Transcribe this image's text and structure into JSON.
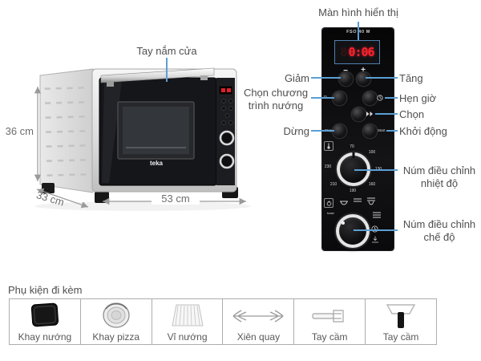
{
  "colors": {
    "callout_blue": "#5b9fd4",
    "label_gray": "#4f4f4f",
    "dimension_gray": "#6e6e6e",
    "panel_black": "#0c0c0d",
    "display_red": "#ff2230",
    "table_border": "#adadad"
  },
  "oven": {
    "handle_label": "Tay nắm cửa",
    "brand": "teka",
    "dims": {
      "height": "36 cm",
      "depth": "33 cm",
      "width": "53 cm"
    }
  },
  "panel": {
    "display_callout": "Màn hình hiển thị",
    "model": "FSO 40 M",
    "display": {
      "ghost": "8",
      "value": "0:06"
    },
    "minus": "−",
    "plus": "+",
    "left": {
      "decrease": "Giảm",
      "program_l1": "Chọn chương",
      "program_l2": "trình nướng",
      "stop": "Dừng"
    },
    "right": {
      "increase": "Tăng",
      "timer": "Hẹn giờ",
      "select": "Chọn",
      "start": "Khởi động",
      "temp_l1": "Núm điều chỉnh",
      "temp_l2": "nhiệt độ",
      "mode_l1": "Núm điều chỉnh",
      "mode_l2": "chế độ"
    },
    "buttons": {
      "p": "P",
      "stop": "Stop",
      "start": "Start",
      "toast": "toast"
    },
    "temp_scale": [
      "70",
      "100",
      "130",
      "160",
      "190",
      "210",
      "230"
    ]
  },
  "accessories": {
    "title": "Phụ kiện đi kèm",
    "items": [
      {
        "name": "Khay nướng",
        "icon": "baking-tray"
      },
      {
        "name": "Khay pizza",
        "icon": "pizza-tray"
      },
      {
        "name": "Vỉ nướng",
        "icon": "wire-rack"
      },
      {
        "name": "Xiên quay",
        "icon": "rotisserie-skewer"
      },
      {
        "name": "Tay cầm",
        "icon": "tray-handle"
      },
      {
        "name": "Tay cầm",
        "icon": "rack-handle"
      }
    ]
  }
}
